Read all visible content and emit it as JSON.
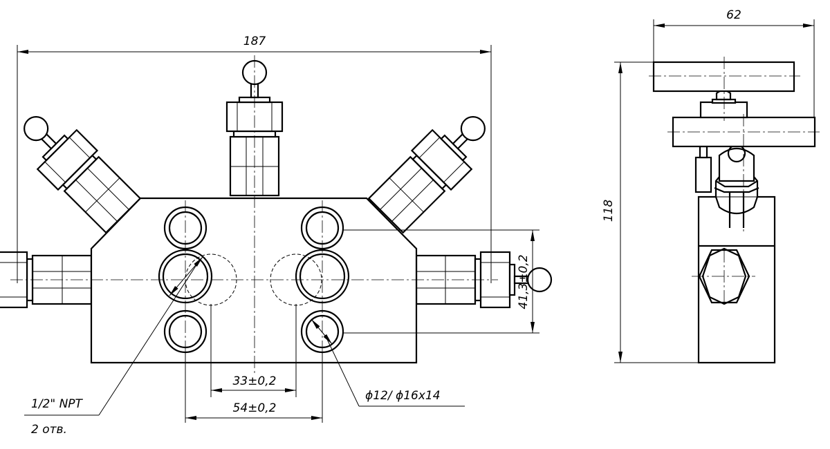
{
  "front_view": {
    "overall_width": "187",
    "vertical_spacing": "41,3±0,2",
    "inner_spacing": "33±0,2",
    "outer_spacing": "54±0,2",
    "thread_label": "1/2\" NPT",
    "thread_count": "2 отв.",
    "hole_label": "ϕ12/ ϕ16x14"
  },
  "side_view": {
    "width": "62",
    "height": "118"
  }
}
